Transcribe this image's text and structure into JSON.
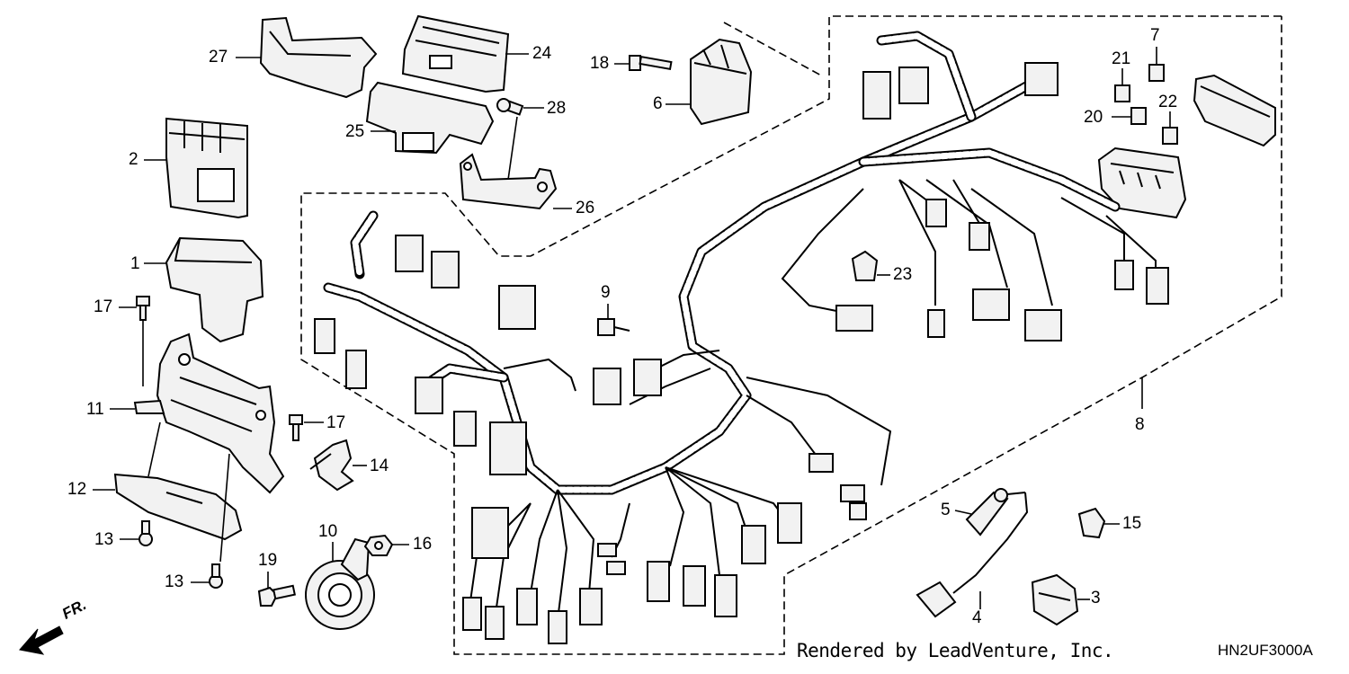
{
  "callouts": [
    {
      "id": "c27",
      "label": "27"
    },
    {
      "id": "c24",
      "label": "24"
    },
    {
      "id": "c18",
      "label": "18"
    },
    {
      "id": "c6",
      "label": "6"
    },
    {
      "id": "c28",
      "label": "28"
    },
    {
      "id": "c25",
      "label": "25"
    },
    {
      "id": "c2",
      "label": "2"
    },
    {
      "id": "c26",
      "label": "26"
    },
    {
      "id": "c7",
      "label": "7"
    },
    {
      "id": "c21",
      "label": "21"
    },
    {
      "id": "c20",
      "label": "20"
    },
    {
      "id": "c22",
      "label": "22"
    },
    {
      "id": "c1",
      "label": "1"
    },
    {
      "id": "c17a",
      "label": "17"
    },
    {
      "id": "c9",
      "label": "9"
    },
    {
      "id": "c23",
      "label": "23"
    },
    {
      "id": "c11",
      "label": "11"
    },
    {
      "id": "c17b",
      "label": "17"
    },
    {
      "id": "c8",
      "label": "8"
    },
    {
      "id": "c14",
      "label": "14"
    },
    {
      "id": "c12",
      "label": "12"
    },
    {
      "id": "c5",
      "label": "5"
    },
    {
      "id": "c15",
      "label": "15"
    },
    {
      "id": "c13a",
      "label": "13"
    },
    {
      "id": "c10",
      "label": "10"
    },
    {
      "id": "c16",
      "label": "16"
    },
    {
      "id": "c19",
      "label": "19"
    },
    {
      "id": "c13b",
      "label": "13"
    },
    {
      "id": "c3",
      "label": "3"
    },
    {
      "id": "c4",
      "label": "4"
    }
  ],
  "direction_label": "FR.",
  "footer": {
    "credit": "Rendered by LeadVenture, Inc.",
    "diagram_code": "HN2UF3000A"
  }
}
